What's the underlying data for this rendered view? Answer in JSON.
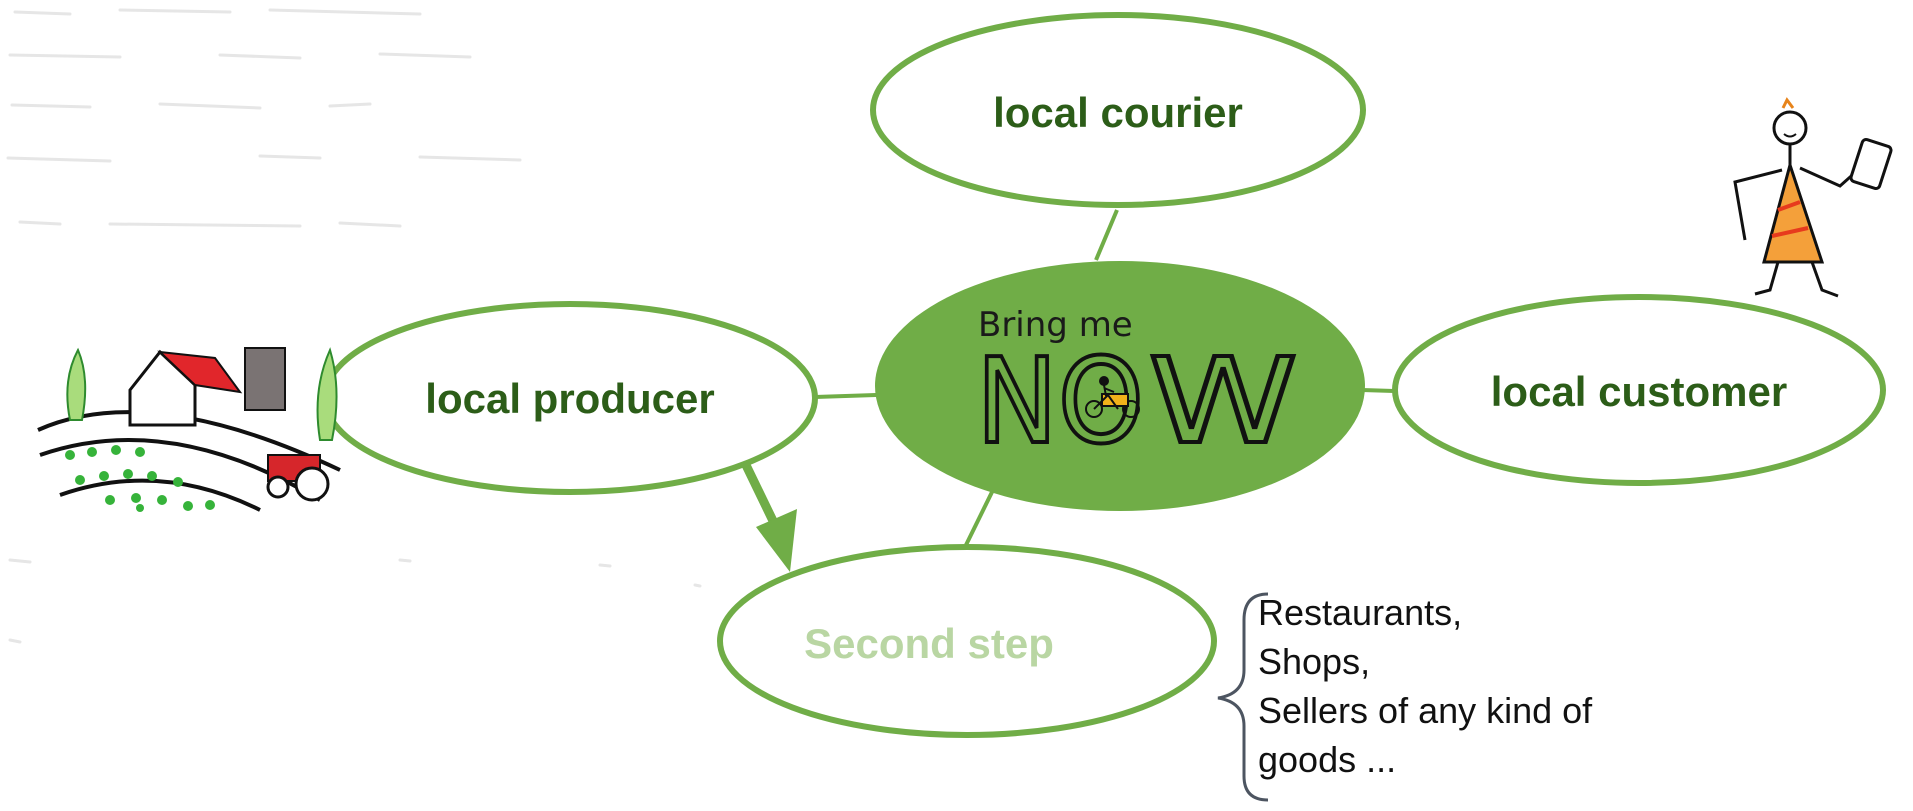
{
  "colors": {
    "ellipse_stroke": "#70ad47",
    "center_fill": "#70ad47",
    "label_dark": "#2c5d18",
    "label_faded": "#b9d6a3",
    "connector": "#70ad47",
    "brace": "#4d5561"
  },
  "nodes": {
    "courier": {
      "label": "local courier"
    },
    "producer": {
      "label": "local producer"
    },
    "customer": {
      "label": "local customer"
    },
    "second_step": {
      "label": "Second step"
    }
  },
  "center_logo": {
    "small_text": "Bring me",
    "big_text_left": "NO",
    "big_text_right": "W"
  },
  "second_step_list": {
    "items": [
      "Restaurants,",
      "Shops,",
      "Sellers of any kind of",
      "goods ..."
    ]
  },
  "illustrations": {
    "farm": "farm-illustration",
    "customer": "stick-figure-customer-with-phone"
  }
}
